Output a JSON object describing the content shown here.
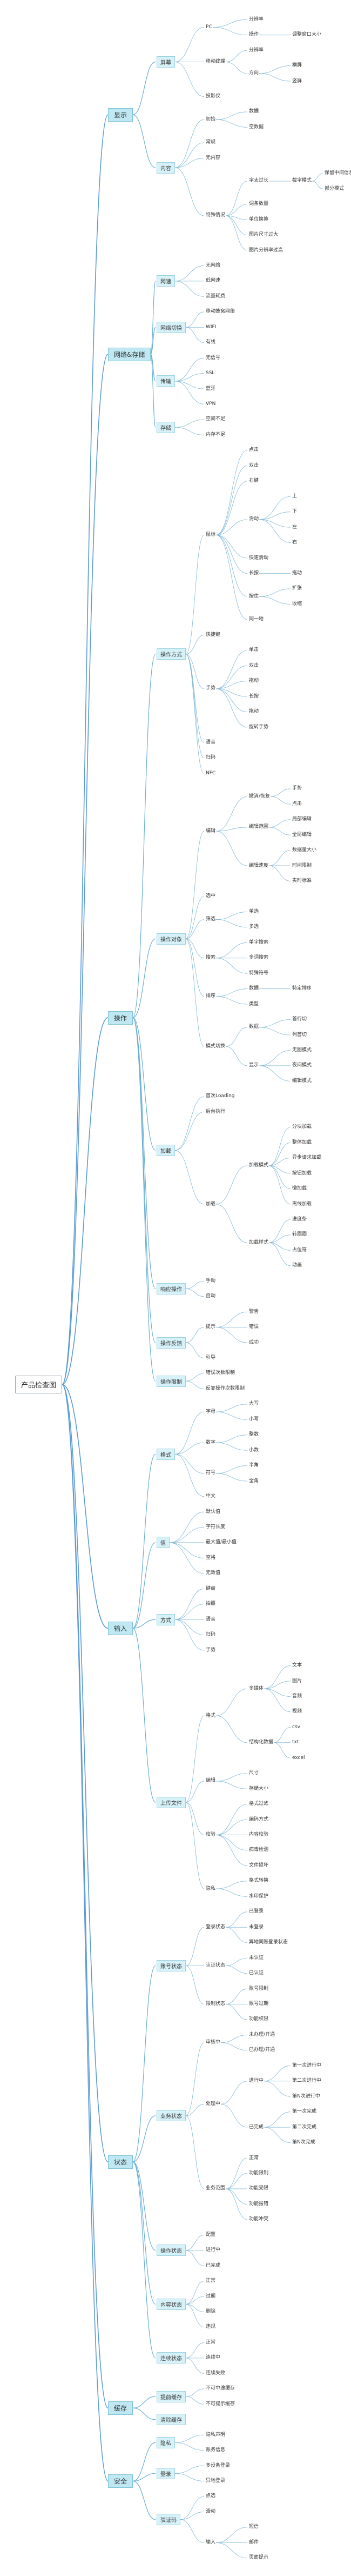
{
  "root": "产品检查图",
  "branches": [
    {
      "label": "显示",
      "children": [
        {
          "label": "屏幕",
          "children": [
            {
              "label": "PC",
              "children": [
                {
                  "label": "分辨率"
                },
                {
                  "label": "操作",
                  "children": [
                    {
                      "label": "调整窗口大小"
                    }
                  ]
                }
              ]
            },
            {
              "label": "移动终端",
              "children": [
                {
                  "label": "分辨率"
                },
                {
                  "label": "方向",
                  "children": [
                    {
                      "label": "横屏"
                    },
                    {
                      "label": "竖屏"
                    }
                  ]
                }
              ]
            },
            {
              "label": "投影仪"
            }
          ]
        },
        {
          "label": "内容",
          "children": [
            {
              "label": "初始",
              "children": [
                {
                  "label": "数据"
                },
                {
                  "label": "空数据"
                }
              ]
            },
            {
              "label": "常规"
            },
            {
              "label": "无内容"
            },
            {
              "label": "特殊情况",
              "children": [
                {
                  "label": "字太过长",
                  "children": [
                    {
                      "label": "截字模式",
                      "children": [
                        {
                          "label": "保留中间信息"
                        },
                        {
                          "label": "部分模式"
                        }
                      ]
                    }
                  ]
                },
                {
                  "label": "词条数量"
                },
                {
                  "label": "单位换算"
                },
                {
                  "label": "图片尺寸过大"
                },
                {
                  "label": "图片分辨率过高"
                }
              ]
            }
          ]
        }
      ]
    },
    {
      "label": "网络&存储",
      "children": [
        {
          "label": "网速",
          "children": [
            {
              "label": "无网络"
            },
            {
              "label": "低网速"
            },
            {
              "label": "流量耗费"
            }
          ]
        },
        {
          "label": "网络切换",
          "children": [
            {
              "label": "移动蜂窝网络"
            },
            {
              "label": "WIFI"
            },
            {
              "label": "有线"
            }
          ]
        },
        {
          "label": "传输",
          "children": [
            {
              "label": "无信号"
            },
            {
              "label": "SSL"
            },
            {
              "label": "蓝牙"
            },
            {
              "label": "VPN"
            }
          ]
        },
        {
          "label": "存储",
          "children": [
            {
              "label": "空间不足"
            },
            {
              "label": "内存不足"
            }
          ]
        }
      ]
    },
    {
      "label": "操作",
      "children": [
        {
          "label": "操作方式",
          "children": [
            {
              "label": "鼠标",
              "children": [
                {
                  "label": "点击"
                },
                {
                  "label": "双击"
                },
                {
                  "label": "右键"
                },
                {
                  "label": "滑动",
                  "children": [
                    {
                      "label": "上"
                    },
                    {
                      "label": "下"
                    },
                    {
                      "label": "左"
                    },
                    {
                      "label": "右"
                    }
                  ]
                },
                {
                  "label": "快速滑动"
                },
                {
                  "label": "长按",
                  "children": [
                    {
                      "label": "拖动"
                    }
                  ]
                },
                {
                  "label": "按住",
                  "children": [
                    {
                      "label": "扩张"
                    },
                    {
                      "label": "收缩"
                    }
                  ]
                },
                {
                  "label": "同一地"
                }
              ]
            },
            {
              "label": "快捷键"
            },
            {
              "label": "手势",
              "children": [
                {
                  "label": "单击"
                },
                {
                  "label": "双击"
                },
                {
                  "label": "拖动"
                },
                {
                  "label": "长按"
                },
                {
                  "label": "拖动"
                },
                {
                  "label": "旋转手势"
                }
              ]
            },
            {
              "label": "语音"
            },
            {
              "label": "扫码"
            },
            {
              "label": "NFC"
            }
          ]
        },
        {
          "label": "操作对象",
          "children": [
            {
              "label": "编辑",
              "children": [
                {
                  "label": "撤消/恢复",
                  "children": [
                    {
                      "label": "手势"
                    },
                    {
                      "label": "点击"
                    }
                  ]
                },
                {
                  "label": "编辑范围",
                  "children": [
                    {
                      "label": "局部编辑"
                    },
                    {
                      "label": "全局编辑"
                    }
                  ]
                },
                {
                  "label": "编辑速度",
                  "children": [
                    {
                      "label": "数据量大小"
                    },
                    {
                      "label": "时间限制"
                    },
                    {
                      "label": "实时标准"
                    }
                  ]
                }
              ]
            },
            {
              "label": "选中"
            },
            {
              "label": "筛选",
              "children": [
                {
                  "label": "单选"
                },
                {
                  "label": "多选"
                }
              ]
            },
            {
              "label": "搜索",
              "children": [
                {
                  "label": "单字搜索"
                },
                {
                  "label": "多词搜索"
                },
                {
                  "label": "特殊符号"
                }
              ]
            },
            {
              "label": "排序",
              "children": [
                {
                  "label": "数据",
                  "children": [
                    {
                      "label": "特定排序"
                    }
                  ]
                },
                {
                  "label": "类型"
                }
              ]
            },
            {
              "label": "模式切换",
              "children": [
                {
                  "label": "数据",
                  "children": [
                    {
                      "label": "首行切"
                    },
                    {
                      "label": "列首切"
                    }
                  ]
                },
                {
                  "label": "显示",
                  "children": [
                    {
                      "label": "无图模式"
                    },
                    {
                      "label": "夜间模式"
                    },
                    {
                      "label": "编辑模式"
                    }
                  ]
                }
              ]
            }
          ]
        },
        {
          "label": "加载",
          "children": [
            {
              "label": "首次Loading"
            },
            {
              "label": "后台执行"
            },
            {
              "label": "加载",
              "children": [
                {
                  "label": "加载模式",
                  "children": [
                    {
                      "label": "分块加载"
                    },
                    {
                      "label": "整体加载"
                    },
                    {
                      "label": "异步请求加载"
                    },
                    {
                      "label": "按钮加载"
                    },
                    {
                      "label": "懒加载"
                    },
                    {
                      "label": "离线加载"
                    }
                  ]
                },
                {
                  "label": "加载样式",
                  "children": [
                    {
                      "label": "进度条"
                    },
                    {
                      "label": "转圈圈"
                    },
                    {
                      "label": "占位符"
                    },
                    {
                      "label": "动画"
                    }
                  ]
                }
              ]
            }
          ]
        },
        {
          "label": "响应操作",
          "children": [
            {
              "label": "手动"
            },
            {
              "label": "自动"
            }
          ]
        },
        {
          "label": "操作反馈",
          "children": [
            {
              "label": "提示",
              "children": [
                {
                  "label": "警告"
                },
                {
                  "label": "错误"
                },
                {
                  "label": "成功"
                }
              ]
            },
            {
              "label": "引导"
            }
          ]
        },
        {
          "label": "操作限制",
          "children": [
            {
              "label": "错误次数限制"
            },
            {
              "label": "反复操作次数限制"
            }
          ]
        }
      ]
    },
    {
      "label": "输入",
      "children": [
        {
          "label": "格式",
          "children": [
            {
              "label": "字母",
              "children": [
                {
                  "label": "大写"
                },
                {
                  "label": "小写"
                }
              ]
            },
            {
              "label": "数字",
              "children": [
                {
                  "label": "整数"
                },
                {
                  "label": "小数"
                }
              ]
            },
            {
              "label": "符号",
              "children": [
                {
                  "label": "半角"
                },
                {
                  "label": "全角"
                }
              ]
            },
            {
              "label": "中文"
            }
          ]
        },
        {
          "label": "值",
          "children": [
            {
              "label": "默认值"
            },
            {
              "label": "字符长度"
            },
            {
              "label": "最大值/最小值"
            },
            {
              "label": "空格"
            },
            {
              "label": "无效值"
            }
          ]
        },
        {
          "label": "方式",
          "children": [
            {
              "label": "键盘"
            },
            {
              "label": "拍照"
            },
            {
              "label": "语音"
            },
            {
              "label": "扫码"
            },
            {
              "label": "手势"
            }
          ]
        },
        {
          "label": "上传文件",
          "children": [
            {
              "label": "格式",
              "children": [
                {
                  "label": "多媒体",
                  "children": [
                    {
                      "label": "文本"
                    },
                    {
                      "label": "图片"
                    },
                    {
                      "label": "音频"
                    },
                    {
                      "label": "视频"
                    }
                  ]
                },
                {
                  "label": "结构化数据",
                  "children": [
                    {
                      "label": "csv"
                    },
                    {
                      "label": "txt"
                    },
                    {
                      "label": "excel"
                    }
                  ]
                }
              ]
            },
            {
              "label": "编辑",
              "children": [
                {
                  "label": "尺寸"
                },
                {
                  "label": "存储大小"
                }
              ]
            },
            {
              "label": "校验",
              "children": [
                {
                  "label": "格式过滤"
                },
                {
                  "label": "编码方式"
                },
                {
                  "label": "内容校验"
                },
                {
                  "label": "病毒检测"
                },
                {
                  "label": "文件损坏"
                }
              ]
            },
            {
              "label": "隐私",
              "children": [
                {
                  "label": "格式转换"
                },
                {
                  "label": "水印保护"
                }
              ]
            }
          ]
        }
      ]
    },
    {
      "label": "状态",
      "children": [
        {
          "label": "账号状态",
          "children": [
            {
              "label": "登录状态",
              "children": [
                {
                  "label": "已登录"
                },
                {
                  "label": "未登录"
                },
                {
                  "label": "异地同账登录状态"
                }
              ]
            },
            {
              "label": "认证状态",
              "children": [
                {
                  "label": "未认证"
                },
                {
                  "label": "已认证"
                }
              ]
            },
            {
              "label": "限制状态",
              "children": [
                {
                  "label": "账号限制"
                },
                {
                  "label": "账号过期"
                },
                {
                  "label": "功能权限"
                }
              ]
            }
          ]
        },
        {
          "label": "业务状态",
          "children": [
            {
              "label": "审核中",
              "children": [
                {
                  "label": "未办理/开通"
                },
                {
                  "label": "已办理/开通"
                }
              ]
            },
            {
              "label": "处理中",
              "children": [
                {
                  "label": "进行中",
                  "children": [
                    {
                      "label": "第一次进行中"
                    },
                    {
                      "label": "第二次进行中"
                    },
                    {
                      "label": "第N次进行中"
                    }
                  ]
                },
                {
                  "label": "已完成",
                  "children": [
                    {
                      "label": "第一次完成"
                    },
                    {
                      "label": "第二次完成"
                    },
                    {
                      "label": "第N次完成"
                    }
                  ]
                }
              ]
            },
            {
              "label": "业务范围",
              "children": [
                {
                  "label": "正常"
                },
                {
                  "label": "功能限制"
                },
                {
                  "label": "功能受限"
                },
                {
                  "label": "功能报错"
                },
                {
                  "label": "功能冲突"
                }
              ]
            }
          ]
        },
        {
          "label": "操作状态",
          "children": [
            {
              "label": "配置"
            },
            {
              "label": "进行中"
            },
            {
              "label": "已完成"
            }
          ]
        },
        {
          "label": "内容状态",
          "children": [
            {
              "label": "正常"
            },
            {
              "label": "过期"
            },
            {
              "label": "删除"
            },
            {
              "label": "违规"
            }
          ]
        },
        {
          "label": "连续状态",
          "children": [
            {
              "label": "正常"
            },
            {
              "label": "连续中"
            },
            {
              "label": "连续失败"
            }
          ]
        }
      ]
    },
    {
      "label": "缓存",
      "children": [
        {
          "label": "提前缓存",
          "children": [
            {
              "label": "不可中途缓存"
            },
            {
              "label": "不可提示缓存"
            }
          ]
        },
        {
          "label": "清除缓存"
        }
      ]
    },
    {
      "label": "安全",
      "children": [
        {
          "label": "隐私",
          "children": [
            {
              "label": "隐私声明"
            },
            {
              "label": "账务信息"
            }
          ]
        },
        {
          "label": "登录",
          "children": [
            {
              "label": "多设备登录"
            },
            {
              "label": "异地登录"
            }
          ]
        },
        {
          "label": "验证码",
          "children": [
            {
              "label": "点选"
            },
            {
              "label": "滑动"
            },
            {
              "label": "输入",
              "children": [
                {
                  "label": "短信"
                },
                {
                  "label": "邮件"
                },
                {
                  "label": "页面提示"
                }
              ]
            }
          ]
        }
      ]
    }
  ]
}
